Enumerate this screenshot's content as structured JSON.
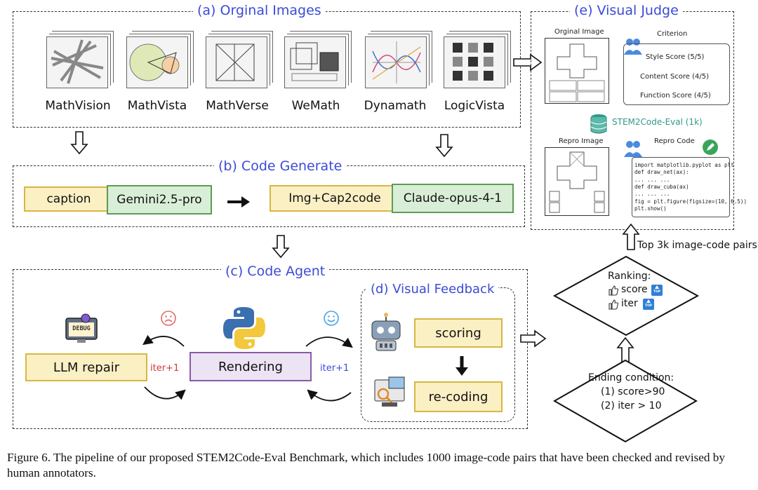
{
  "sections": {
    "a_title": "(a) Orginal Images",
    "b_title": "(b) Code Generate",
    "c_title": "(c) Code Agent",
    "d_title": "(d) Visual Feedback",
    "e_title": "(e) Visual Judge"
  },
  "datasets": [
    "MathVision",
    "MathVista",
    "MathVerse",
    "WeMath",
    "Dynamath",
    "LogicVista"
  ],
  "code_generate": {
    "caption": "caption",
    "model1": "Gemini2.5-pro",
    "img_cap2code": "Img+Cap2code",
    "model2": "Claude-opus-4-1"
  },
  "code_agent": {
    "debug_label": "DEBUG",
    "llm_repair": "LLM repair",
    "rendering": "Rendering",
    "iter_left": "iter+1",
    "iter_right": "iter+1"
  },
  "visual_feedback": {
    "scoring": "scoring",
    "recoding": "re-coding"
  },
  "visual_judge": {
    "original_image": "Orginal Image",
    "criterion": "Criterion",
    "style_score": "Style Score (5/5)",
    "content_score": "Content Score (4/5)",
    "function_score": "Function Score (4/5)",
    "dataset_name": "STEM2Code-Eval (1k)",
    "repro_image": "Repro Image",
    "repro_code": "Repro Code",
    "code_lines": [
      "import matplotlib.pyplot as plt",
      "def draw_net(ax):",
      "... ... ...",
      "def draw_cuba(ax)",
      "... ... ...",
      "fig = plt.figure(figsize=(10, 6.5))",
      "plt.show()"
    ]
  },
  "ranking": {
    "title": "Ranking:",
    "score": "score",
    "iter": "iter",
    "top_badge": "TOP",
    "top_pairs": "Top 3k image-code pairs"
  },
  "ending": {
    "title": "Ending condition:",
    "cond1": "(1) score>90",
    "cond2": "(2) iter > 10"
  },
  "figure_caption": "Figure 6. The pipeline of our proposed STEM2Code-Eval Benchmark, which includes 1000 image-code pairs that have been checked and revised by human annotators."
}
